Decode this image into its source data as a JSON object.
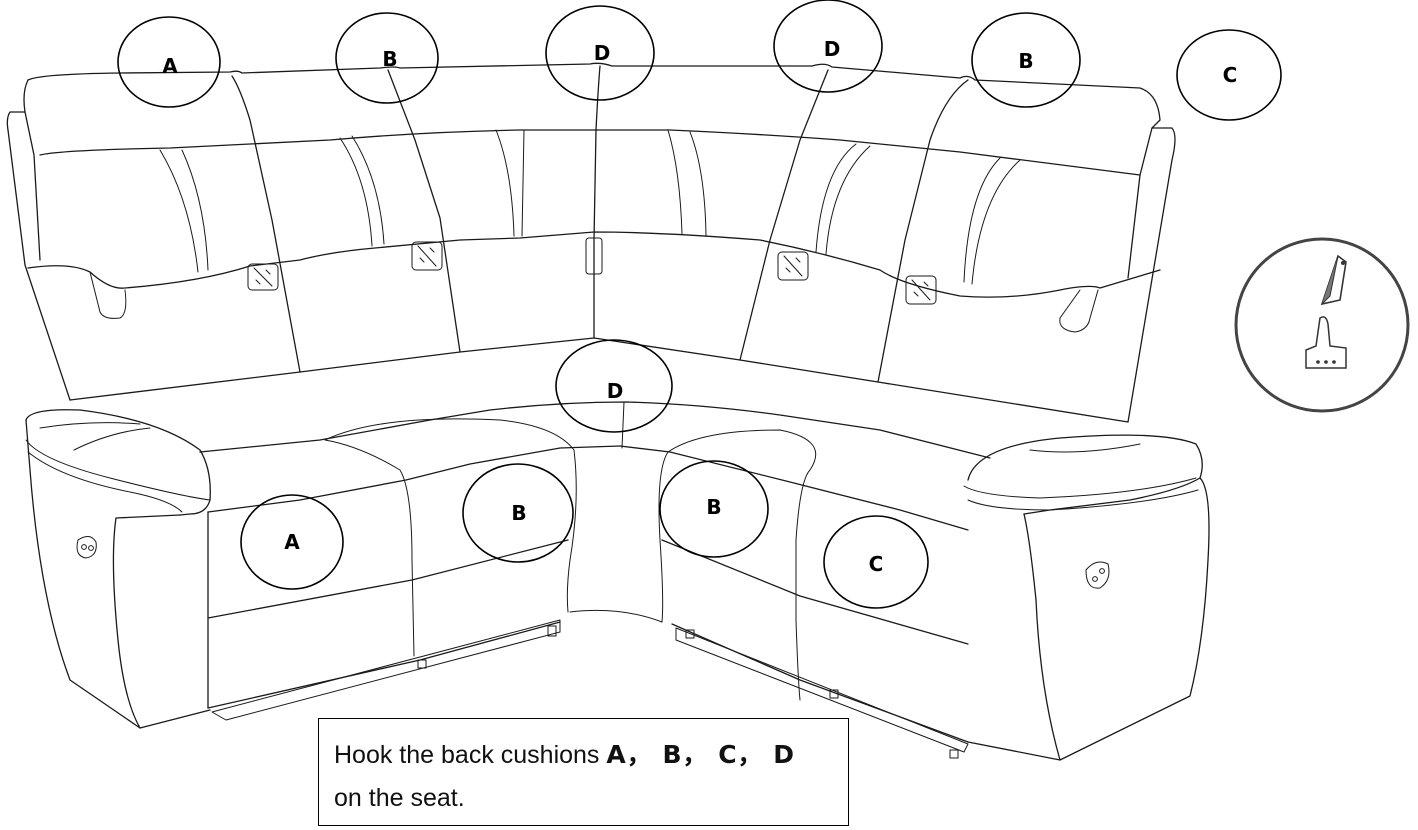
{
  "labels": {
    "back_a": "A",
    "back_b_left": "B",
    "back_d_left": "D",
    "back_d_right": "D",
    "back_b_right": "B",
    "back_c": "C",
    "seat_d": "D",
    "seat_a": "A",
    "seat_b_left": "B",
    "seat_b_right": "B",
    "seat_c": "C"
  },
  "instruction": {
    "line1_prefix": "Hook the back cushions ",
    "line1_letters": "A， B， C， D",
    "line2": "on the seat."
  },
  "inset": {
    "icon_top": "hook-bracket-icon",
    "icon_bottom": "hook-plate-icon"
  }
}
